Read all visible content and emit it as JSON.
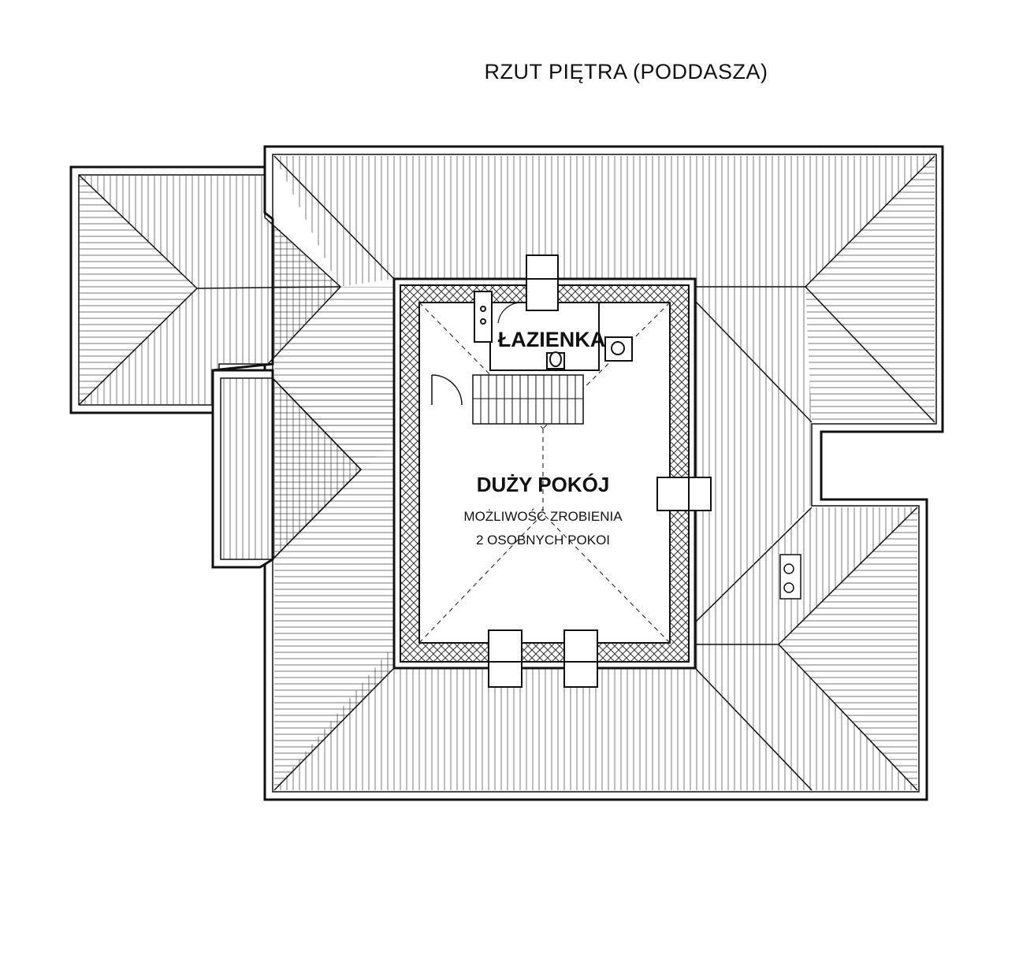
{
  "title": "RZUT PIĘTRA (PODDASZA)",
  "rooms": {
    "bathroom": "ŁAZIENKA",
    "big_room": "DUŻY POKÓJ",
    "note_line1": "MOŻLIWOŚĆ ZROBIENIA",
    "note_line2": "2 OSOBNYCH POKOI"
  }
}
